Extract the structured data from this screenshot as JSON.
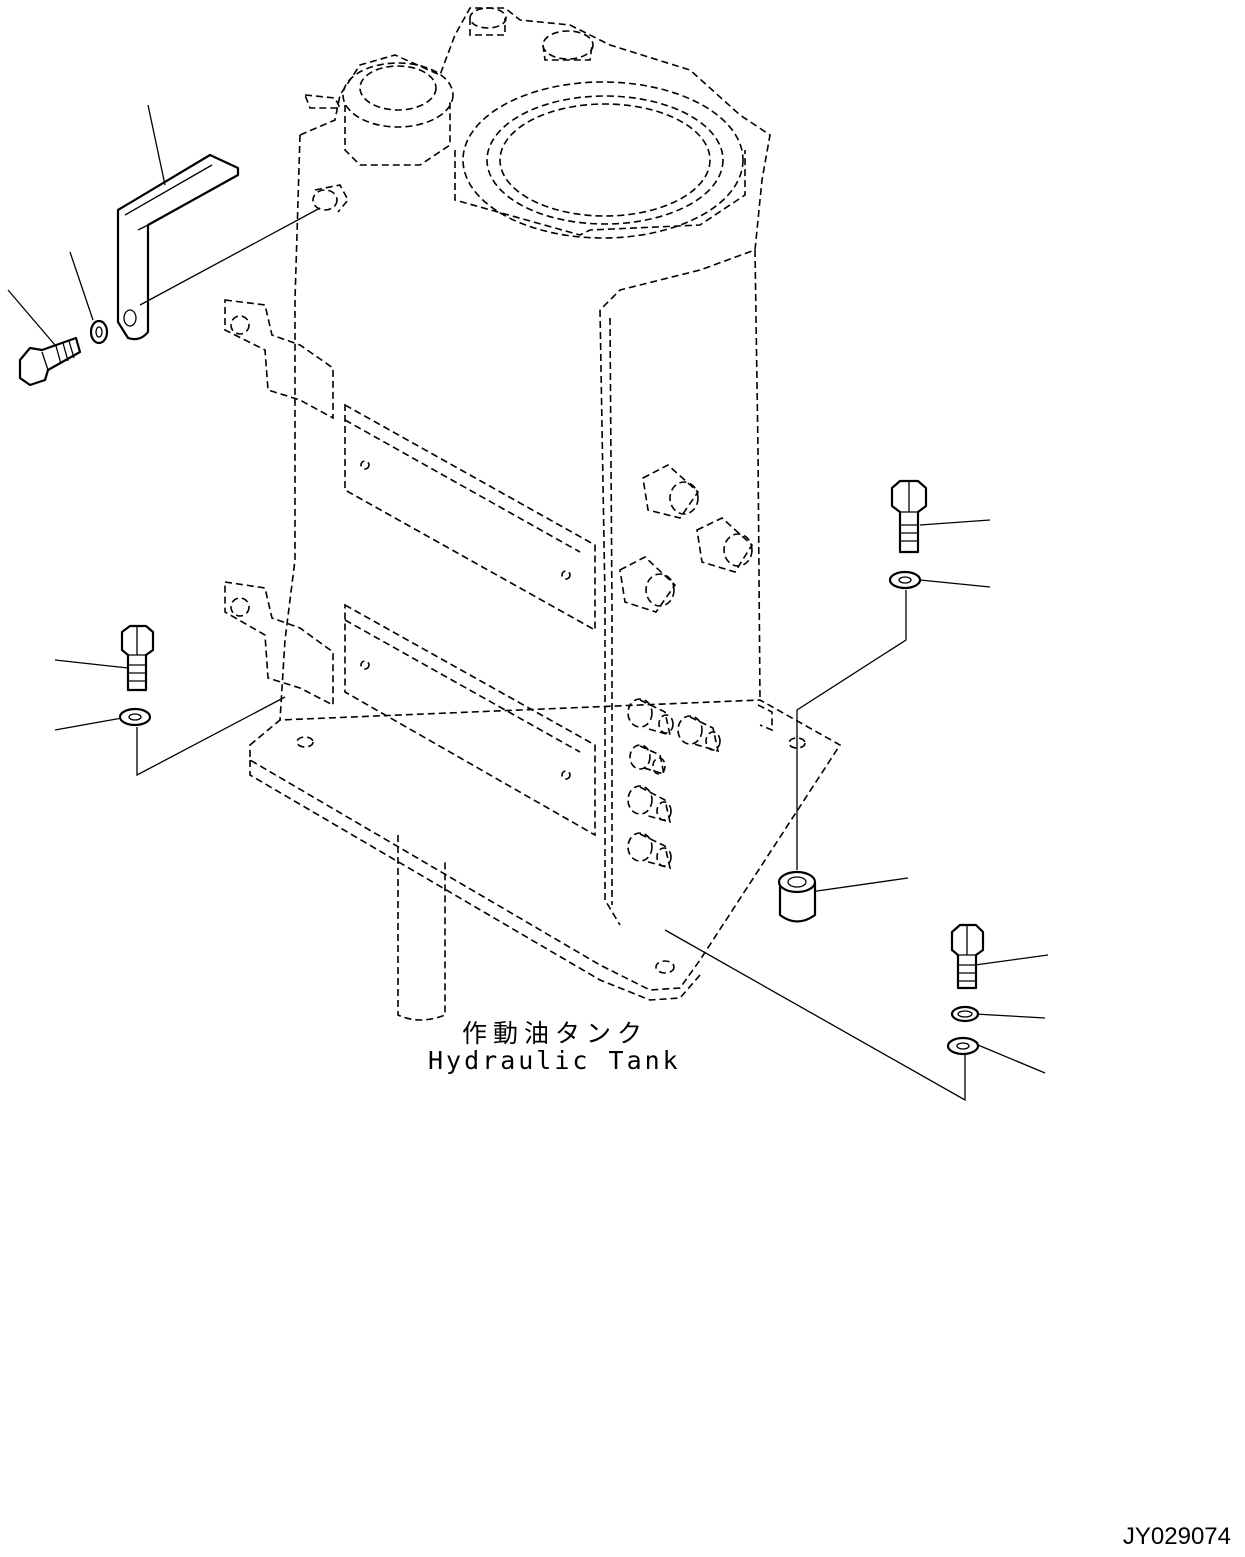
{
  "labels": {
    "part_name_jp": "作動油タンク",
    "part_name_en": "Hydraulic Tank"
  },
  "drawing_id": "JY029074"
}
